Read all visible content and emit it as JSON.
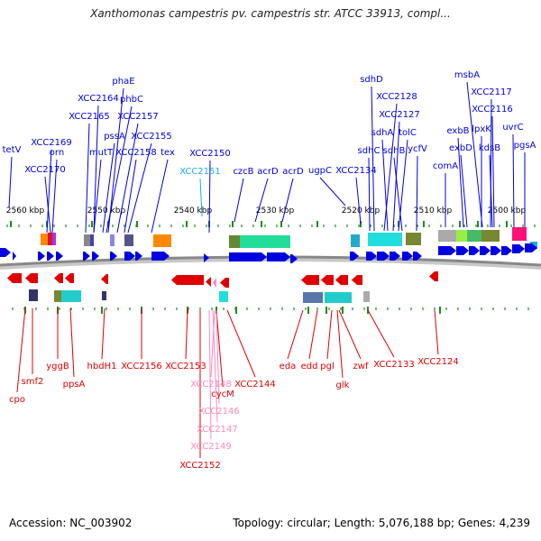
{
  "title": "Xanthomonas campestris pv. campestris str. ATCC 33913, compl...",
  "footer": {
    "accession": "Accession: NC_003902",
    "stats": "Topology: circular; Length: 5,076,188 bp; Genes: 4,239"
  },
  "colors": {
    "forward_gene": "#0000e0",
    "reverse_gene": "#e00000",
    "highlight_blue": "#22aadd",
    "highlight_pink": "#ff88bb",
    "backbone": "#888888",
    "tick": "#228822"
  },
  "scale_labels": [
    "2560 kbp",
    "2550 kbp",
    "2540 kbp",
    "2530 kbp",
    "2520 kbp",
    "2510 kbp",
    "2500 kbp"
  ],
  "top_labels": [
    {
      "text": "tetV",
      "color": "blue"
    },
    {
      "text": "XCC2169",
      "color": "blue"
    },
    {
      "text": "orn",
      "color": "blue"
    },
    {
      "text": "XCC2170",
      "color": "blue"
    },
    {
      "text": "phaE",
      "color": "blue"
    },
    {
      "text": "XCC2164",
      "color": "blue"
    },
    {
      "text": "phbC",
      "color": "blue"
    },
    {
      "text": "XCC2165",
      "color": "blue"
    },
    {
      "text": "XCC2157",
      "color": "blue"
    },
    {
      "text": "mutT",
      "color": "blue"
    },
    {
      "text": "pssA",
      "color": "blue"
    },
    {
      "text": "XCC2155",
      "color": "blue"
    },
    {
      "text": "XCC2158",
      "color": "blue"
    },
    {
      "text": "tex",
      "color": "blue"
    },
    {
      "text": "XCC2150",
      "color": "blue"
    },
    {
      "text": "XCC2151",
      "color": "cyan"
    },
    {
      "text": "czcB",
      "color": "blue"
    },
    {
      "text": "acrD",
      "color": "blue"
    },
    {
      "text": "acrD",
      "color": "blue"
    },
    {
      "text": "ugpC",
      "color": "blue"
    },
    {
      "text": "XCC2134",
      "color": "blue"
    },
    {
      "text": "sdhD",
      "color": "blue"
    },
    {
      "text": "XCC2128",
      "color": "blue"
    },
    {
      "text": "XCC2127",
      "color": "blue"
    },
    {
      "text": "sdhA",
      "color": "blue"
    },
    {
      "text": "tolC",
      "color": "blue"
    },
    {
      "text": "sdhC",
      "color": "blue"
    },
    {
      "text": "sdhB",
      "color": "blue"
    },
    {
      "text": "ycfV",
      "color": "blue"
    },
    {
      "text": "msbA",
      "color": "blue"
    },
    {
      "text": "XCC2117",
      "color": "blue"
    },
    {
      "text": "XCC2116",
      "color": "blue"
    },
    {
      "text": "exbB",
      "color": "blue"
    },
    {
      "text": "lpxK",
      "color": "blue"
    },
    {
      "text": "uvrC",
      "color": "blue"
    },
    {
      "text": "exbD",
      "color": "blue"
    },
    {
      "text": "kdsB",
      "color": "blue"
    },
    {
      "text": "pgsA",
      "color": "blue"
    },
    {
      "text": "comA",
      "color": "blue"
    }
  ],
  "bottom_labels": [
    {
      "text": "cpo",
      "color": "red"
    },
    {
      "text": "smf2",
      "color": "red"
    },
    {
      "text": "yggB",
      "color": "red"
    },
    {
      "text": "ppsA",
      "color": "red"
    },
    {
      "text": "hbdH1",
      "color": "red"
    },
    {
      "text": "XCC2156",
      "color": "red"
    },
    {
      "text": "XCC2153",
      "color": "red"
    },
    {
      "text": "XCC2144",
      "color": "red"
    },
    {
      "text": "XCC2148",
      "color": "pink"
    },
    {
      "text": "cycM",
      "color": "red"
    },
    {
      "text": "XCC2146",
      "color": "pink"
    },
    {
      "text": "XCC2147",
      "color": "pink"
    },
    {
      "text": "XCC2149",
      "color": "pink"
    },
    {
      "text": "XCC2152",
      "color": "red"
    },
    {
      "text": "eda",
      "color": "red"
    },
    {
      "text": "edd",
      "color": "red"
    },
    {
      "text": "pgl",
      "color": "red"
    },
    {
      "text": "zwf",
      "color": "red"
    },
    {
      "text": "XCC2133",
      "color": "red"
    },
    {
      "text": "XCC2124",
      "color": "red"
    },
    {
      "text": "glk",
      "color": "red"
    }
  ]
}
